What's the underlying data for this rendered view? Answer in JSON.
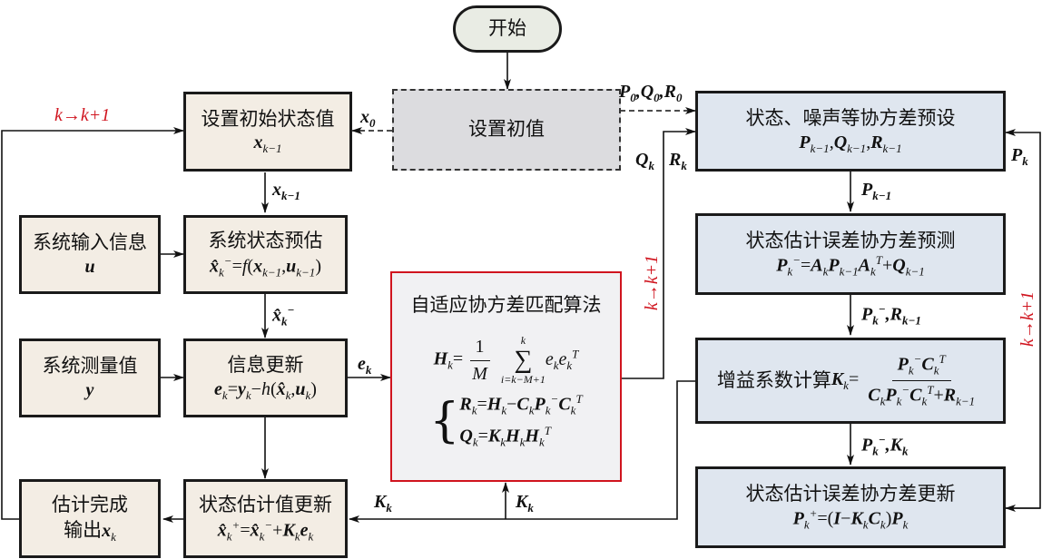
{
  "start": {
    "label": "开始"
  },
  "init": {
    "label": "设置初值"
  },
  "left_column": {
    "set_initial_state": {
      "title": "设置初始状态值",
      "formula": "x_{k−1}"
    },
    "system_input": {
      "title": "系统输入信息",
      "formula": "u"
    },
    "state_predict": {
      "title": "系统状态预估",
      "formula": "x̂_k^− = f(x_{k−1}, u_{k−1})"
    },
    "measurement": {
      "title": "系统测量值",
      "formula": "y"
    },
    "innovation": {
      "title": "信息更新",
      "formula": "e_k = y_k − h(x̂_k, u_k)"
    },
    "state_update": {
      "title": "状态估计值更新",
      "formula": "x̂_k^+ = x̂_k^− + K_k e_k"
    },
    "output": {
      "title": "估计完成",
      "subtitle": "输出",
      "formula": "x_k"
    }
  },
  "adaptive": {
    "title": "自适应协方差匹配算法",
    "formula_h": "H_k = 1/M Σ_{i=k−M+1}^{k} e_k e_k^T",
    "formula_r": "R_k = H_k − C_k P_k^− C_k^T",
    "formula_q": "Q_k = K_k H_k H_k^T"
  },
  "right_column": {
    "cov_preset": {
      "title": "状态、噪声等协方差预设",
      "formula": "P_{k−1}, Q_{k−1}, R_{k−1}"
    },
    "cov_predict": {
      "title": "状态估计误差协方差预测",
      "formula": "P_k^− = A_k P_{k−1} A_k^T + Q_{k−1}"
    },
    "gain": {
      "title": "增益系数计算",
      "formula": "K_k = P_k^− C_k^T / (C_k P_k^− C_k^T + R_{k−1})"
    },
    "cov_update": {
      "title": "状态估计误差协方差更新",
      "formula": "P_k^+ = (I − K_k C_k) P_k"
    }
  },
  "edge_labels": {
    "x0": "x0",
    "p0q0r0": "P0,Q0,R0",
    "qk": "Qk",
    "rk": "Rk",
    "pk": "Pk",
    "xk_minus_1": "xk−1",
    "xhat_minus": "x̂k−",
    "ek": "ek",
    "kk_left": "Kk",
    "kk_up": "Kk",
    "pk_minus_1": "Pk−1",
    "pminus_rk1": "Pk−,Rk−1",
    "pminus_kk": "Pk−,Kk",
    "loop_left": "k→k+1",
    "loop_mid": "k→k+1",
    "loop_right": "k→k+1"
  },
  "colors": {
    "tan_box": "#f3ede4",
    "blue_box": "#dfe6ef",
    "init_box": "#dcdcdf",
    "adaptive_border": "#d0141e",
    "loop_label": "#d0141e"
  }
}
